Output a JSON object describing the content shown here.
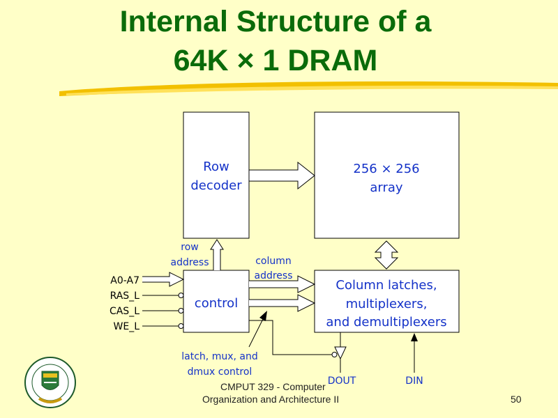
{
  "slide": {
    "title_line1": "Internal Structure of a",
    "title_line2": "64K × 1 DRAM",
    "footer_line1": "CMPUT 329 - Computer",
    "footer_line2": "Organization and Architecture II",
    "page_number": "50",
    "logo_icon": "university-of-alberta-crest-icon"
  },
  "diagram": {
    "row_decoder": [
      "Row",
      "decoder"
    ],
    "array": [
      "256 × 256",
      "array"
    ],
    "control": "control",
    "column_block": [
      "Column latches,",
      "multiplexers,",
      "and demultiplexers"
    ],
    "row_address": [
      "row",
      "address"
    ],
    "column_address": [
      "column",
      "address"
    ],
    "latch_label": [
      "latch, mux, and",
      "dmux control"
    ],
    "inputs": [
      "A0-A7",
      "RAS_L",
      "CAS_L",
      "WE_L"
    ],
    "dout": "DOUT",
    "din": "DIN"
  }
}
